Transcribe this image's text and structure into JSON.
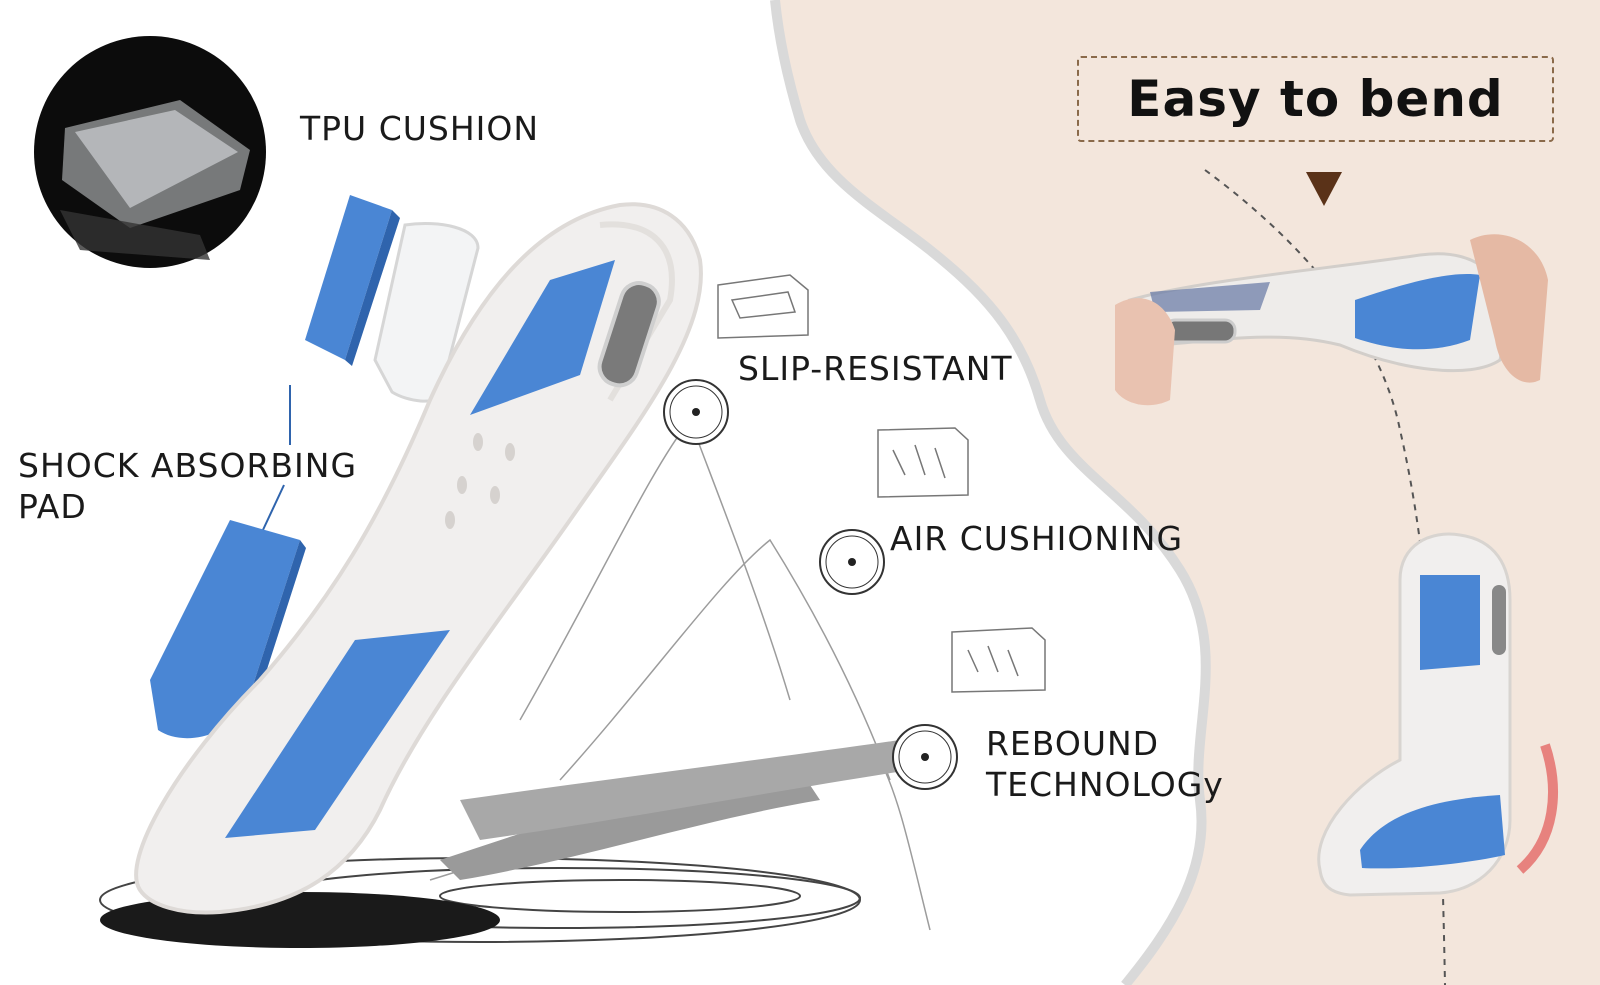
{
  "features": {
    "tpu_cushion": "TPU CUSHION",
    "shock_absorbing": "SHOCK ABSORBING\nPAD",
    "slip_resistant": "SLIP-RESISTANT",
    "air_cushioning": "AIR CUSHIONING",
    "rebound": "REBOUND\nTECHNOLOGy"
  },
  "bend": {
    "title": "Easy to bend"
  },
  "colors": {
    "insole_white": "#f1efee",
    "foam_blue": "#4a86d4",
    "beige_panel": "#f3e6dc",
    "arrow_brown": "#5a3218",
    "text": "#1a1a1a"
  }
}
